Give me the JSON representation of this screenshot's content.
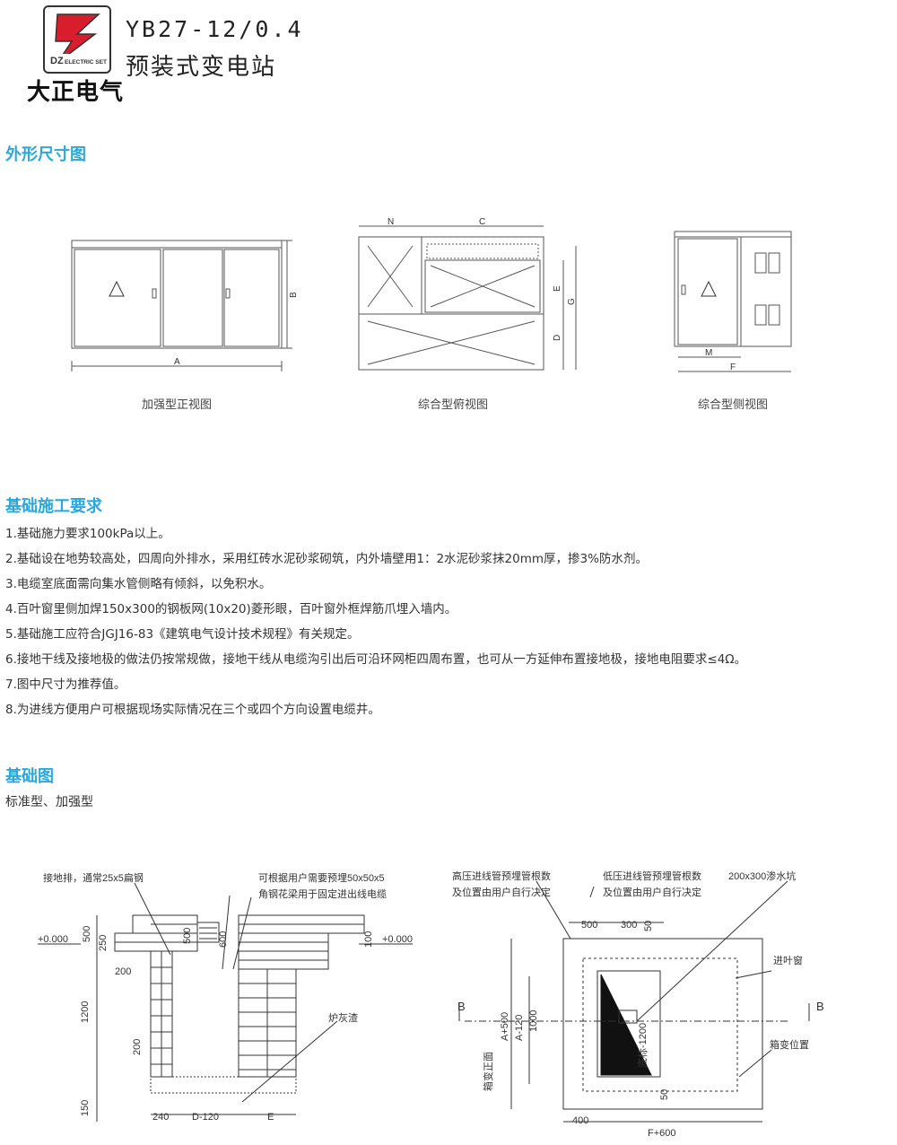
{
  "header": {
    "logo_mark": "DZ",
    "logo_sub": "ELECTRIC SET",
    "brand": "大正电气",
    "model": "YB27-12/0.4",
    "product": "预装式变电站"
  },
  "section1": {
    "title": "外形尺寸图",
    "views": [
      {
        "caption": "加强型正视图",
        "dims": [
          "A",
          "B"
        ]
      },
      {
        "caption": "综合型俯视图",
        "dims": [
          "N",
          "C",
          "E",
          "D",
          "G"
        ]
      },
      {
        "caption": "综合型侧视图",
        "dims": [
          "M",
          "F"
        ]
      }
    ]
  },
  "section2": {
    "title": "基础施工要求",
    "items": [
      "1.基础施力要求100kPa以上。",
      "2.基础设在地势较高处，四周向外排水，采用红砖水泥砂浆砌筑，内外墙壁用1：2水泥砂浆抹20mm厚，掺3%防水剂。",
      "3.电缆室底面需向集水管侧略有倾斜，以免积水。",
      "4.百叶窗里侧加焊150x300的钢板网(10x20)菱形眼，百叶窗外框焊筋爪埋入墙内。",
      "5.基础施工应符合JGJ16-83《建筑电气设计技术规程》有关规定。",
      "6.接地干线及接地极的做法仍按常规做，接地干线从电缆沟引出后可沿环网柜四周布置，也可从一方延伸布置接地极，接地电阻要求≤4Ω。",
      "7.图中尺寸为推荐值。",
      "8.为进线方便用户可根据现场实际情况在三个或四个方向设置电缆井。"
    ]
  },
  "section3": {
    "title": "基础图",
    "subtitle": "标准型、加强型",
    "left": {
      "label_ground": "接地排，通常25x5扁钢",
      "label_embed": "可根据用户需要预埋50x50x5",
      "label_angle": "角钢花梁用于固定进出线电缆",
      "label_ash": "炉灰渣",
      "level_left": "+0.000",
      "level_right": "+0.000",
      "dims": [
        "500",
        "250",
        "200",
        "1200",
        "200",
        "150",
        "240",
        "D-120",
        "E",
        "500",
        "600",
        "100"
      ]
    },
    "right": {
      "label_hv": "高压进线管预埋管根数",
      "label_hv2": "及位置由用户自行决定",
      "label_lv": "低压进线管预埋管根数",
      "label_lv2": "及位置由用户自行决定",
      "label_pit": "200x300渗水坑",
      "label_louver": "进叶窗",
      "label_box": "箱变位置",
      "label_front": "箱变正面",
      "label_bottom": "底标-1200",
      "section_b": "B",
      "dims": [
        "500",
        "300",
        "50",
        "A+500",
        "A-120",
        "1000",
        "50",
        "400",
        "F+600"
      ]
    }
  }
}
